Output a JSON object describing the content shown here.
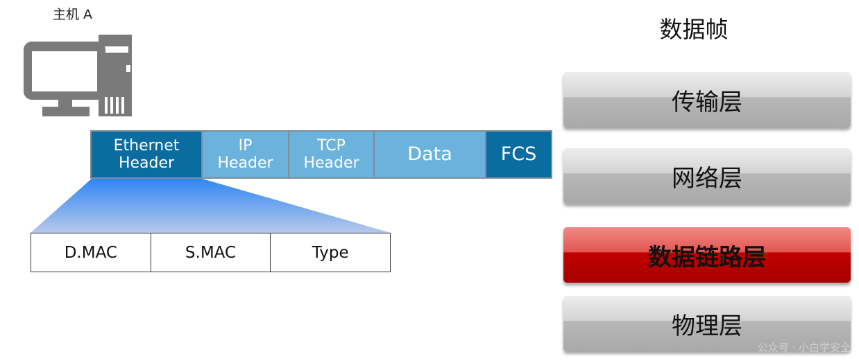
{
  "host": {
    "label": "主机 A"
  },
  "frame": {
    "segments": [
      {
        "line1": "Ethernet",
        "line2": "Header"
      },
      {
        "line1": "IP",
        "line2": "Header"
      },
      {
        "line1": "TCP",
        "line2": "Header"
      },
      {
        "label": "Data"
      },
      {
        "label": "FCS"
      }
    ]
  },
  "ethernet_header_fields": [
    "D.MAC",
    "S.MAC",
    "Type"
  ],
  "stack": {
    "title": "数据帧",
    "layers": [
      "传输层",
      "网络层",
      "数据链路层",
      "物理层"
    ],
    "active_layer": "数据链路层"
  },
  "watermark": "公众号 · 小白学安全",
  "colors": {
    "header_dark": "#0b6c9f",
    "header_light": "#6bb3dd",
    "active_layer": "#c10000",
    "inactive_layer": "#b7b7b7",
    "icon_gray": "#7a7a7a"
  },
  "icons": {
    "host": "desktop-computer-icon"
  }
}
